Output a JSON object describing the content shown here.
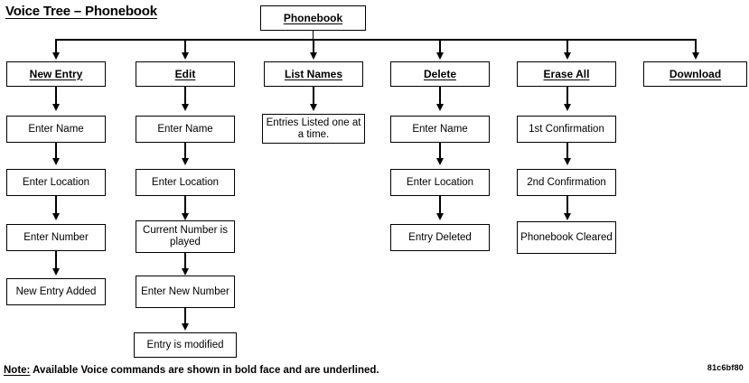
{
  "title": "Voice Tree – Phonebook",
  "root": {
    "label": "Phonebook"
  },
  "columns": [
    {
      "command": "New Entry",
      "steps": [
        {
          "label": "Enter Name"
        },
        {
          "label": "Enter Location"
        },
        {
          "label": "Enter Number"
        },
        {
          "label": "New Entry Added"
        }
      ]
    },
    {
      "command": "Edit",
      "steps": [
        {
          "label": "Enter Name"
        },
        {
          "label": "Enter Location"
        },
        {
          "label": "Current Number is played"
        },
        {
          "label": "Enter New Number"
        },
        {
          "label": "Entry is modified"
        }
      ]
    },
    {
      "command": "List Names",
      "steps": [
        {
          "label": "Entries Listed one at a time."
        }
      ]
    },
    {
      "command": "Delete",
      "steps": [
        {
          "label": "Enter Name"
        },
        {
          "label": "Enter Location"
        },
        {
          "label": "Entry Deleted"
        }
      ]
    },
    {
      "command": "Erase All",
      "steps": [
        {
          "label": "1st Confirmation"
        },
        {
          "label": "2nd Confirmation"
        },
        {
          "label": "Phonebook Cleared"
        }
      ]
    },
    {
      "command": "Download",
      "steps": []
    }
  ],
  "note": {
    "label": "Note:",
    "text": "Available Voice commands are shown in bold face and are underlined."
  },
  "doc_id": "81c6bf80",
  "colors": {
    "line": "#000000",
    "box_fill": "#ffffff",
    "text": "#000000",
    "background": "#ffffff"
  }
}
